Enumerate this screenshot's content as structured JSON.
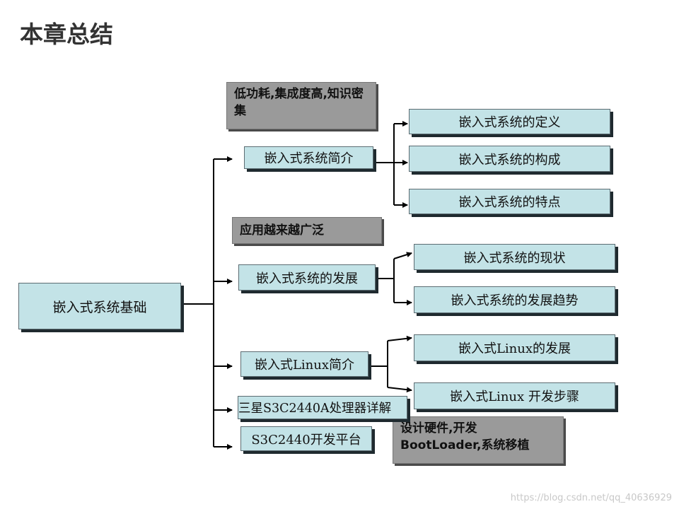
{
  "page": {
    "title": "本章总结"
  },
  "root": {
    "label": "嵌入式系统基础"
  },
  "branches": [
    {
      "label": "嵌入式系统简介",
      "children": [
        "嵌入式系统的定义",
        "嵌入式系统的构成",
        "嵌入式系统的特点"
      ]
    },
    {
      "label": "嵌入式系统的发展",
      "children": [
        "嵌入式系统的现状",
        "嵌入式系统的发展趋势"
      ]
    },
    {
      "label": "嵌入式Linux简介",
      "children": [
        "嵌入式Linux的发展",
        "嵌入式Linux 开发步骤"
      ]
    },
    {
      "label": "三星S3C2440A处理器详解",
      "children": []
    },
    {
      "label": "S3C2440开发平台",
      "children": []
    }
  ],
  "notes": [
    {
      "text": "低功耗,集成度高,知识密集"
    },
    {
      "text": "应用越来越广泛"
    },
    {
      "text": "设计硬件,开发BootLoader,系统移植"
    }
  ],
  "watermark": "https://blog.csdn.net/qq_40636929",
  "colors": {
    "box_fill": "#c3e3e7",
    "note_fill": "#9a9a9a",
    "shadow": "#1f2a2f"
  }
}
